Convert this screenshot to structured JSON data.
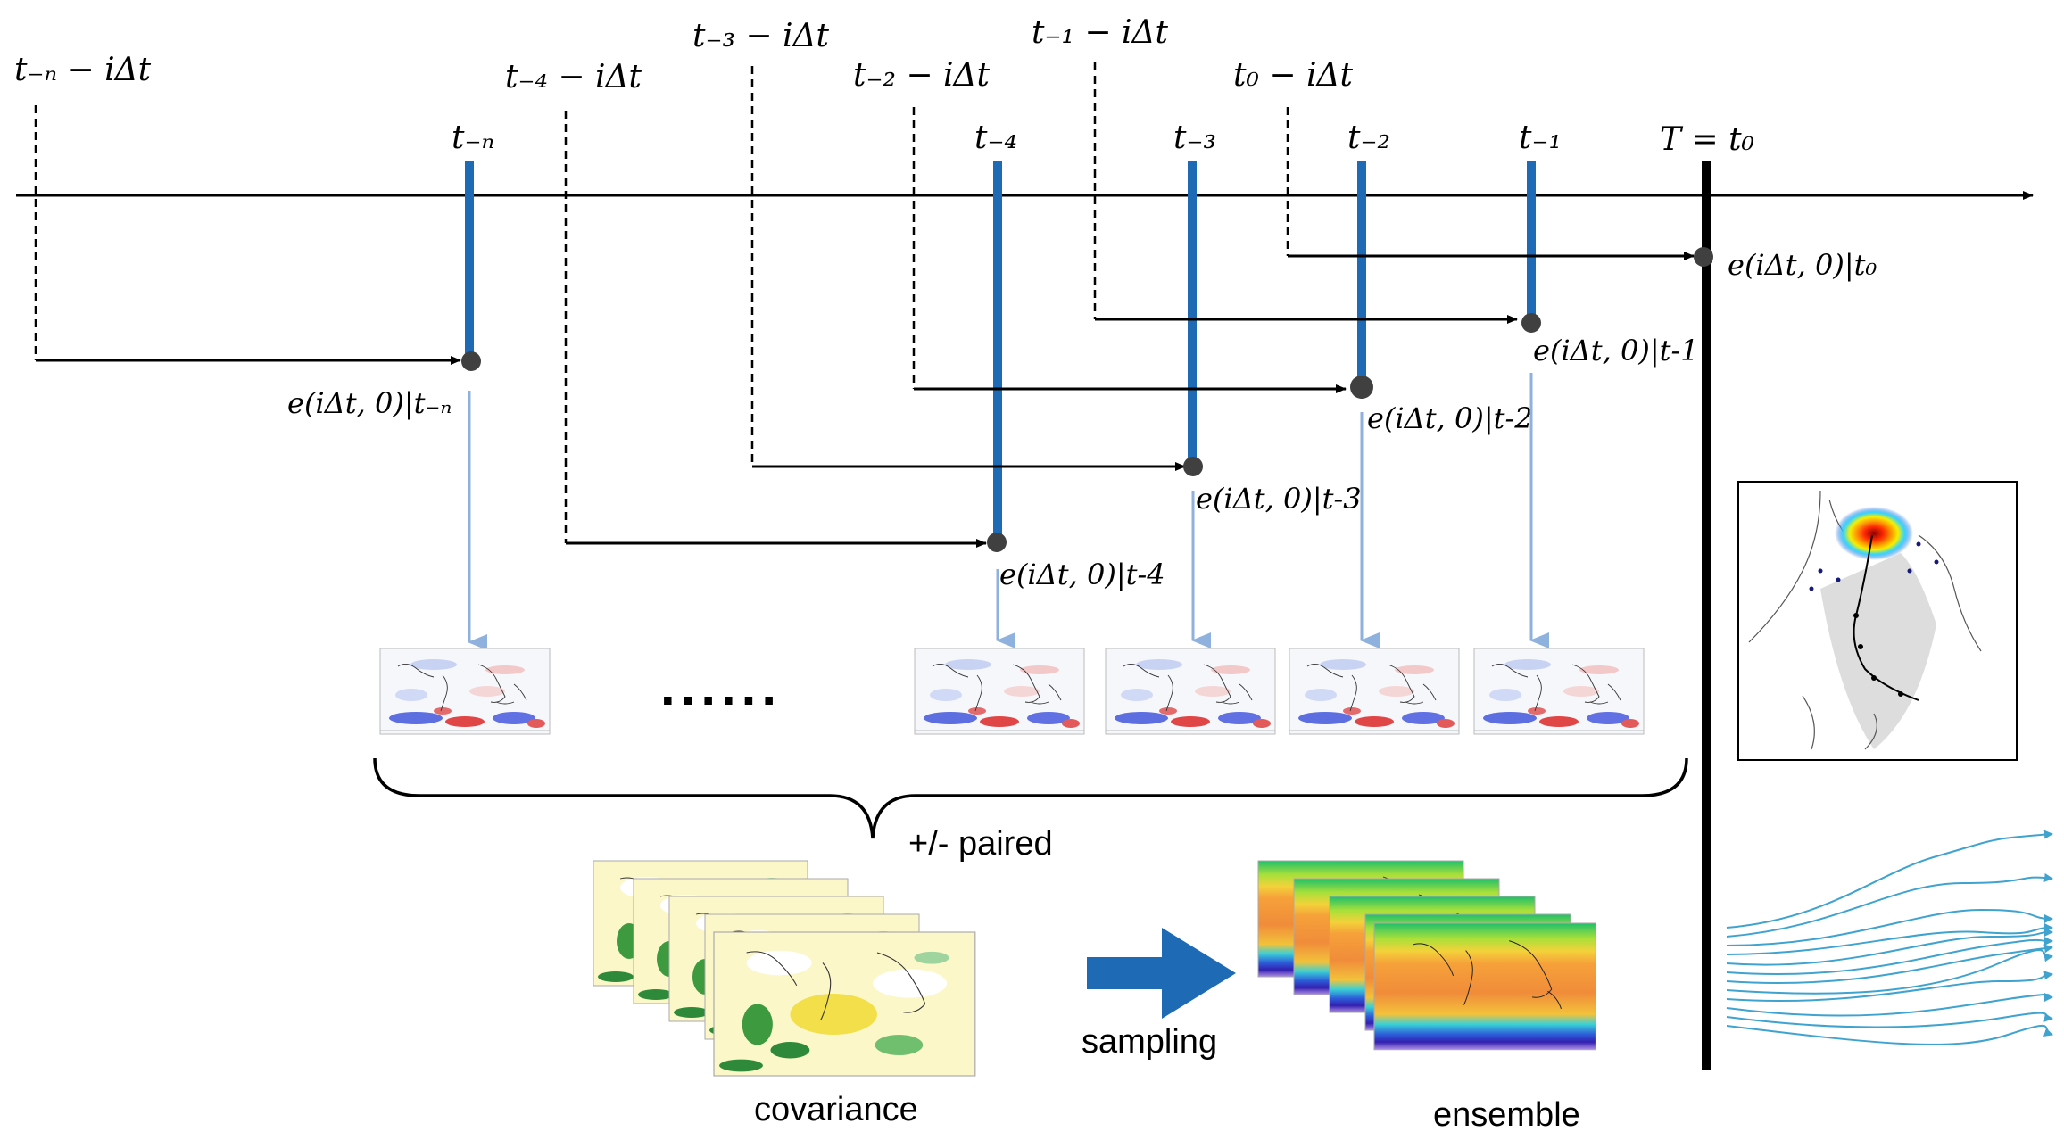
{
  "axis": {
    "final_time_label": "T = t₀"
  },
  "time_points": [
    {
      "id": "t-n",
      "time_label": "t₋ₙ",
      "start_label": "t₋ₙ − iΔt",
      "error_label": "e(iΔt, 0)|t₋ₙ"
    },
    {
      "id": "t-4",
      "time_label": "t₋₄",
      "start_label": "t₋₄ − iΔt",
      "error_label": "e(iΔt, 0)|t-4"
    },
    {
      "id": "t-3",
      "time_label": "t₋₃",
      "start_label": "t₋₃ − iΔt",
      "error_label": "e(iΔt, 0)|t-3"
    },
    {
      "id": "t-2",
      "time_label": "t₋₂",
      "start_label": "t₋₂ − iΔt",
      "error_label": "e(iΔt, 0)|t-2"
    },
    {
      "id": "t-1",
      "time_label": "t₋₁",
      "start_label": "t₋₁ − iΔt",
      "error_label": "e(iΔt, 0)|t-1"
    },
    {
      "id": "t0",
      "time_label": "",
      "start_label": "t₀ − iΔt",
      "error_label": "e(iΔt, 0)|t₀"
    }
  ],
  "ellipsis": "......",
  "labels": {
    "paired": "+/- paired",
    "covariance": "covariance",
    "sampling": "sampling",
    "ensemble": "ensemble"
  },
  "colors": {
    "timeline": "#000000",
    "blue_bar": "#1f6ab4",
    "light_arrow": "#8fb1de",
    "sampling_arrow": "#1f6ab4",
    "track_lines": "#3fa3cf"
  }
}
